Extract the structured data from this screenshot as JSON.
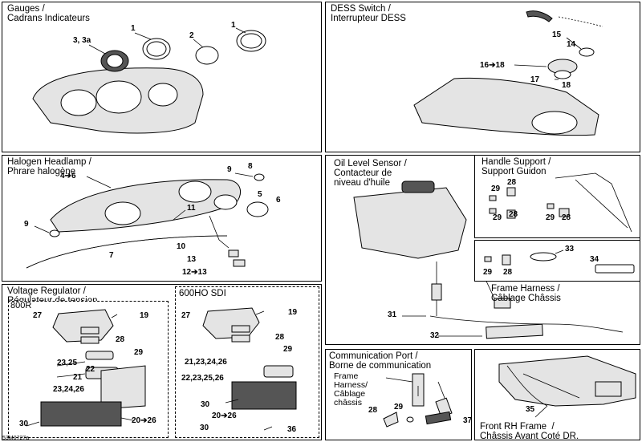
{
  "panels": {
    "gauges": {
      "title": "Gauges /\nCadrans Indicateurs",
      "labels": [
        "1",
        "3, 3a",
        "2",
        "1"
      ]
    },
    "dess": {
      "title": "DESS Switch /\nInterrupteur DESS",
      "labels": [
        "15",
        "14",
        "16➔18",
        "17",
        "18"
      ]
    },
    "headlamp": {
      "title": "Halogen Headlamp /\nPhrare halogène",
      "labels": [
        "8",
        "4➔6",
        "9",
        "5",
        "6",
        "11",
        "9",
        "10",
        "7",
        "13",
        "12➔13"
      ]
    },
    "oil": {
      "title": "Oil Level Sensor /\nContacteur de\nniveau d'huile",
      "labels": [
        "31",
        "32"
      ]
    },
    "handle": {
      "title": "Handle Support /\nSupport Guidon",
      "labels": [
        "29",
        "28",
        "28",
        "29",
        "29",
        "28"
      ]
    },
    "kit": {
      "labels": [
        "33",
        "34",
        "29",
        "28"
      ]
    },
    "frame_harness": {
      "title": "Frame Harness /\nCâblage Châssis"
    },
    "voltage": {
      "title": "Voltage Regulator /\nRégulateur de tension"
    },
    "v800r": {
      "title": "800R",
      "labels": [
        "27",
        "19",
        "28",
        "29",
        "23,25",
        "22",
        "21",
        "23,24,26",
        "30",
        "20➔26"
      ]
    },
    "v600": {
      "title": "600HO SDI",
      "labels": [
        "27",
        "19",
        "28",
        "29",
        "21,23,24,26",
        "22,23,25,26",
        "30",
        "20➔26",
        "30",
        "36"
      ]
    },
    "comm": {
      "title": "Communication Port /\nBorne de communication",
      "side": "Frame\nHarness/\nCâblage\nchâssis",
      "labels": [
        "28",
        "29",
        "37"
      ]
    },
    "front": {
      "title": "Front RH Frame  /\nChâssis Avant Coté DR.",
      "labels": [
        "35"
      ]
    }
  },
  "drawing_code": "53M0727a"
}
